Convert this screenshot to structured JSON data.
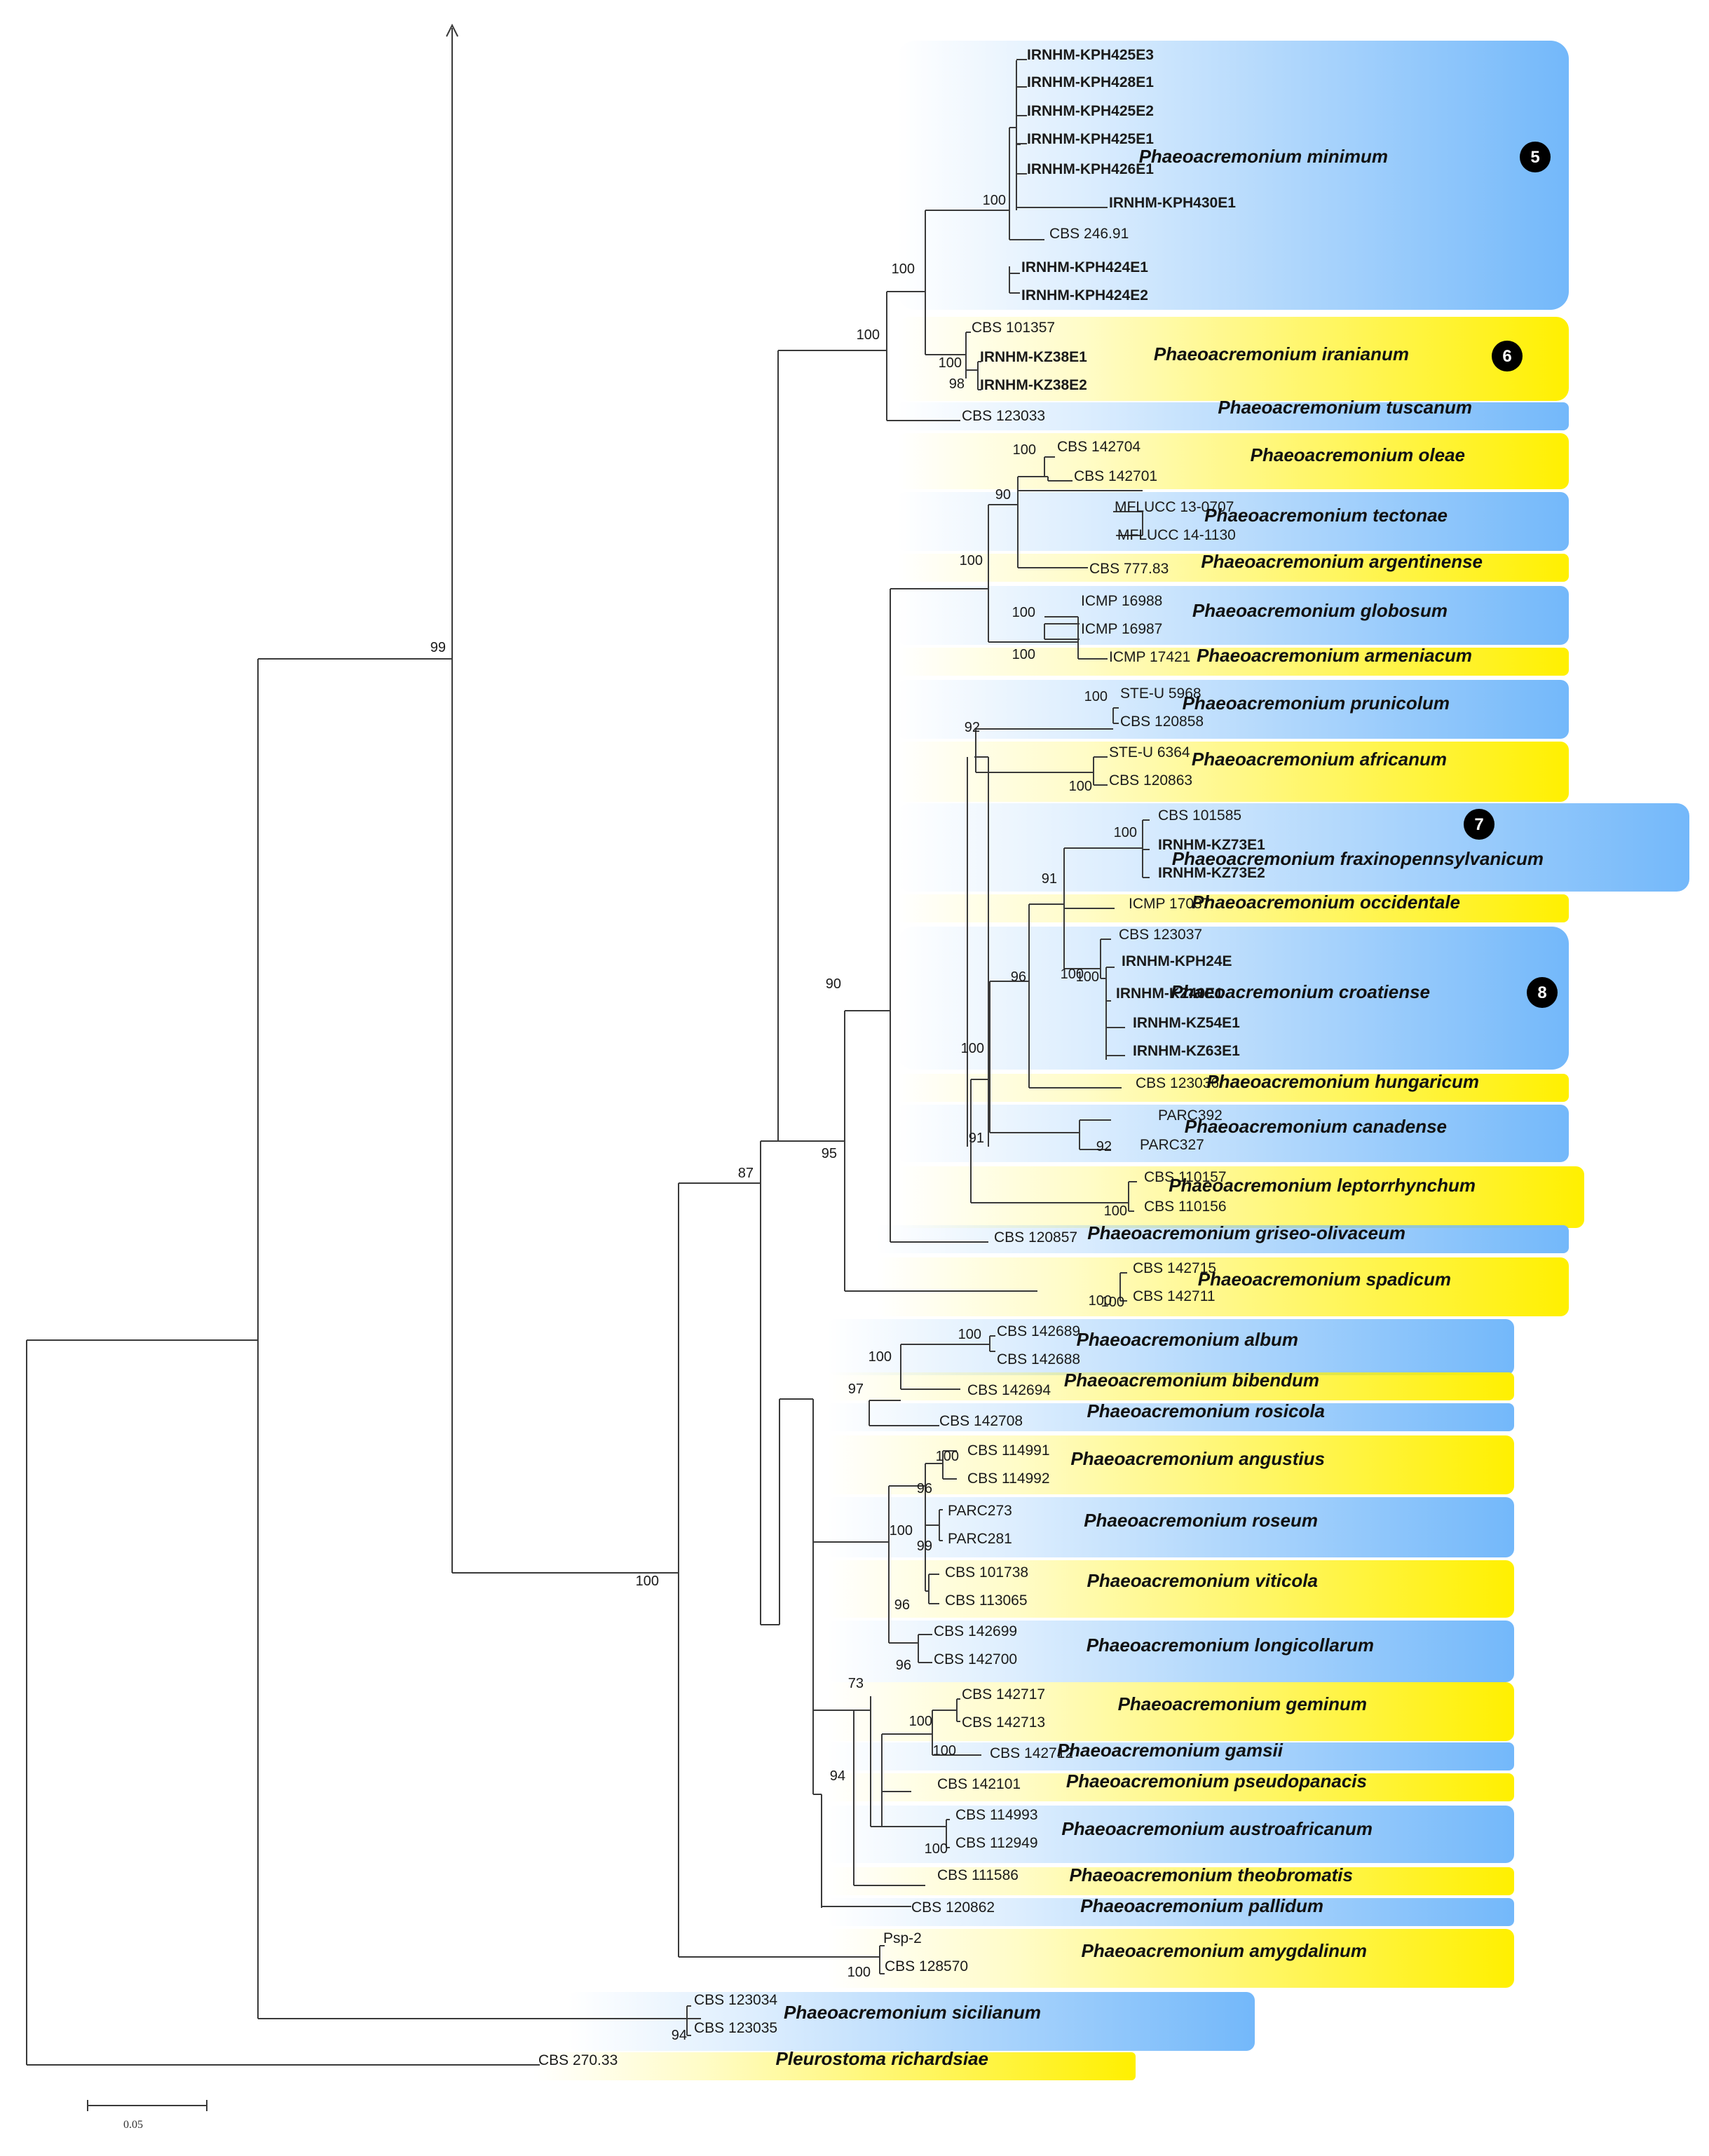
{
  "colors": {
    "blue_band": "#73b8fa",
    "yellow_band": "#fff000",
    "branch": "#3a3a3a",
    "marker": "#000000"
  },
  "species": [
    {
      "name": "Phaeoacremonium minimum",
      "marker": "5",
      "color": "blue"
    },
    {
      "name": "Phaeoacremonium iranianum",
      "marker": "6",
      "color": "yellow"
    },
    {
      "name": "Phaeoacremonium tuscanum",
      "color": "blue"
    },
    {
      "name": "Phaeoacremonium oleae",
      "color": "yellow"
    },
    {
      "name": "Phaeoacremonium tectonae",
      "color": "blue"
    },
    {
      "name": "Phaeoacremonium argentinense",
      "color": "yellow"
    },
    {
      "name": "Phaeoacremonium globosum",
      "color": "blue"
    },
    {
      "name": "Phaeoacremonium armeniacum",
      "color": "yellow"
    },
    {
      "name": "Phaeoacremonium prunicolum",
      "color": "blue"
    },
    {
      "name": "Phaeoacremonium africanum",
      "color": "yellow"
    },
    {
      "name": "Phaeoacremonium fraxinopennsylvanicum",
      "marker": "7",
      "color": "blue"
    },
    {
      "name": "Phaeoacremonium occidentale",
      "color": "yellow"
    },
    {
      "name": "Phaeoacremonium croatiense",
      "marker": "8",
      "color": "blue"
    },
    {
      "name": "Phaeoacremonium hungaricum",
      "color": "yellow"
    },
    {
      "name": "Phaeoacremonium canadense",
      "color": "blue"
    },
    {
      "name": "Phaeoacremonium leptorrhynchum",
      "color": "yellow"
    },
    {
      "name": "Phaeoacremonium griseo-olivaceum",
      "color": "blue"
    },
    {
      "name": "Phaeoacremonium spadicum",
      "color": "yellow"
    },
    {
      "name": "Phaeoacremonium album",
      "color": "blue"
    },
    {
      "name": "Phaeoacremonium bibendum",
      "color": "yellow"
    },
    {
      "name": "Phaeoacremonium rosicola",
      "color": "blue"
    },
    {
      "name": "Phaeoacremonium angustius",
      "color": "yellow"
    },
    {
      "name": "Phaeoacremonium roseum",
      "color": "blue"
    },
    {
      "name": "Phaeoacremonium viticola",
      "color": "yellow"
    },
    {
      "name": "Phaeoacremonium longicollarum",
      "color": "blue"
    },
    {
      "name": "Phaeoacremonium geminum",
      "color": "yellow"
    },
    {
      "name": "Phaeoacremonium gamsii",
      "color": "blue"
    },
    {
      "name": "Phaeoacremonium pseudopanacis",
      "color": "yellow"
    },
    {
      "name": "Phaeoacremonium austroafricanum",
      "color": "blue"
    },
    {
      "name": "Phaeoacremonium theobromatis",
      "color": "yellow"
    },
    {
      "name": "Phaeoacremonium pallidum",
      "color": "blue"
    },
    {
      "name": "Phaeoacremonium amygdalinum",
      "color": "yellow"
    },
    {
      "name": "Phaeoacremonium sicilianum",
      "color": "blue"
    },
    {
      "name": "Pleurostoma richardsiae",
      "color": "yellow"
    }
  ],
  "leaves": [
    {
      "label": "IRNHM-KPH425E3",
      "bold": true
    },
    {
      "label": "IRNHM-KPH428E1",
      "bold": true
    },
    {
      "label": "IRNHM-KPH425E2",
      "bold": true
    },
    {
      "label": "IRNHM-KPH425E1",
      "bold": true
    },
    {
      "label": "IRNHM-KPH426E1",
      "bold": true
    },
    {
      "label": "IRNHM-KPH430E1",
      "bold": true
    },
    {
      "label": "CBS 246.91",
      "bold": false
    },
    {
      "label": "IRNHM-KPH424E1",
      "bold": true
    },
    {
      "label": "IRNHM-KPH424E2",
      "bold": true
    },
    {
      "label": "CBS 101357",
      "bold": false
    },
    {
      "label": "IRNHM-KZ38E1",
      "bold": true
    },
    {
      "label": "IRNHM-KZ38E2",
      "bold": true
    },
    {
      "label": "CBS 123033",
      "bold": false
    },
    {
      "label": "CBS 142704",
      "bold": false
    },
    {
      "label": "CBS 142701",
      "bold": false
    },
    {
      "label": "MFLUCC 13-0707",
      "bold": false
    },
    {
      "label": "MFLUCC 14-1130",
      "bold": false
    },
    {
      "label": "CBS 777.83",
      "bold": false
    },
    {
      "label": "ICMP 16988",
      "bold": false
    },
    {
      "label": "ICMP 16987",
      "bold": false
    },
    {
      "label": "ICMP 17421",
      "bold": false
    },
    {
      "label": "STE-U 5968",
      "bold": false
    },
    {
      "label": "CBS 120858",
      "bold": false
    },
    {
      "label": "STE-U 6364",
      "bold": false
    },
    {
      "label": "CBS 120863",
      "bold": false
    },
    {
      "label": "CBS 101585",
      "bold": false
    },
    {
      "label": "IRNHM-KZ73E1",
      "bold": true
    },
    {
      "label": "IRNHM-KZ73E2",
      "bold": true
    },
    {
      "label": "ICMP 17037",
      "bold": false
    },
    {
      "label": "CBS 123037",
      "bold": false
    },
    {
      "label": "IRNHM-KPH24E",
      "bold": true
    },
    {
      "label": "IRNHM-KZ40E1",
      "bold": true
    },
    {
      "label": "IRNHM-KZ54E1",
      "bold": true
    },
    {
      "label": "IRNHM-KZ63E1",
      "bold": true
    },
    {
      "label": "CBS 123036",
      "bold": false
    },
    {
      "label": "PARC392",
      "bold": false
    },
    {
      "label": "PARC327",
      "bold": false
    },
    {
      "label": "CBS 110157",
      "bold": false
    },
    {
      "label": "CBS 110156",
      "bold": false
    },
    {
      "label": "CBS 120857",
      "bold": false
    },
    {
      "label": "CBS 142715",
      "bold": false
    },
    {
      "label": "CBS 142711",
      "bold": false
    },
    {
      "label": "CBS 142689",
      "bold": false
    },
    {
      "label": "CBS 142688",
      "bold": false
    },
    {
      "label": "CBS 142694",
      "bold": false
    },
    {
      "label": "CBS 142708",
      "bold": false
    },
    {
      "label": "CBS 114991",
      "bold": false
    },
    {
      "label": "CBS 114992",
      "bold": false
    },
    {
      "label": "PARC273",
      "bold": false
    },
    {
      "label": "PARC281",
      "bold": false
    },
    {
      "label": "CBS 101738",
      "bold": false
    },
    {
      "label": "CBS 113065",
      "bold": false
    },
    {
      "label": "CBS 142699",
      "bold": false
    },
    {
      "label": "CBS 142700",
      "bold": false
    },
    {
      "label": "CBS 142717",
      "bold": false
    },
    {
      "label": "CBS 142713",
      "bold": false
    },
    {
      "label": "CBS 142712",
      "bold": false
    },
    {
      "label": "CBS 142101",
      "bold": false
    },
    {
      "label": "CBS 114993",
      "bold": false
    },
    {
      "label": "CBS 112949",
      "bold": false
    },
    {
      "label": "CBS 111586",
      "bold": false
    },
    {
      "label": "CBS 120862",
      "bold": false
    },
    {
      "label": "Psp-2",
      "bold": false
    },
    {
      "label": "CBS 128570",
      "bold": false
    },
    {
      "label": "CBS 123034",
      "bold": false
    },
    {
      "label": "CBS 123035",
      "bold": false
    },
    {
      "label": "CBS 270.33",
      "bold": false
    }
  ],
  "bootstrap": [
    "99",
    "100",
    "87",
    "95",
    "90",
    "100",
    "100",
    "100",
    "100",
    "98",
    "100",
    "90",
    "100",
    "100",
    "100",
    "100",
    "92",
    "100",
    "100",
    "91",
    "100",
    "96",
    "100",
    "91",
    "92",
    "100",
    "100",
    "100",
    "100",
    "97",
    "100",
    "96",
    "100",
    "99",
    "96",
    "96",
    "73",
    "100",
    "94",
    "100",
    "100",
    "94",
    "100",
    "100",
    "100"
  ],
  "scale_bar": {
    "label": "0.05"
  }
}
